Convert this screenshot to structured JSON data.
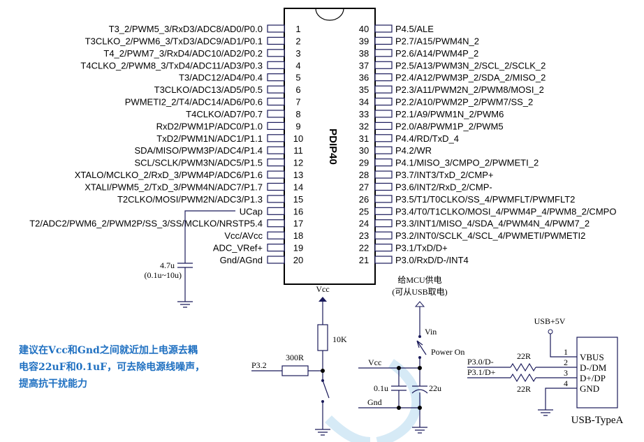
{
  "chip": {
    "name": "PDIP40",
    "left_pins": [
      {
        "num": "1",
        "label": "T3_2/PWM5_3/RxD3/ADC8/AD0/P0.0"
      },
      {
        "num": "2",
        "label": "T3CLKO_2/PWM6_3/TxD3/ADC9/AD1/P0.1"
      },
      {
        "num": "3",
        "label": "T4_2/PWM7_3/RxD4/ADC10/AD2/P0.2"
      },
      {
        "num": "4",
        "label": "T4CLKO_2/PWM8_3/TxD4/ADC11/AD3/P0.3"
      },
      {
        "num": "5",
        "label": "T3/ADC12/AD4/P0.4"
      },
      {
        "num": "6",
        "label": "T3CLKO/ADC13/AD5/P0.5"
      },
      {
        "num": "7",
        "label": "PWMETI2_2/T4/ADC14/AD6/P0.6"
      },
      {
        "num": "8",
        "label": "T4CLKO/AD7/P0.7"
      },
      {
        "num": "9",
        "label": "RxD2/PWM1P/ADC0/P1.0"
      },
      {
        "num": "10",
        "label": "TxD2/PWM1N/ADC1/P1.1"
      },
      {
        "num": "11",
        "label": "SDA/MISO/PWM3P/ADC4/P1.4"
      },
      {
        "num": "12",
        "label": "SCL/SCLK/PWM3N/ADC5/P1.5"
      },
      {
        "num": "13",
        "label": "XTALO/MCLKO_2/RxD_3/PWM4P/ADC6/P1.6"
      },
      {
        "num": "14",
        "label": "XTALI/PWM5_2/TxD_3/PWM4N/ADC7/P1.7"
      },
      {
        "num": "15",
        "label": "T2CLKO/MOSI/PWM2N/ADC3/P1.3"
      },
      {
        "num": "16",
        "label": "UCap"
      },
      {
        "num": "17",
        "label": "T2/ADC2/PWM6_2/PWM2P/SS_3/SS/MCLKO/NRSTP5.4"
      },
      {
        "num": "18",
        "label": "Vcc/AVcc"
      },
      {
        "num": "19",
        "label": "ADC_VRef+"
      },
      {
        "num": "20",
        "label": "Gnd/AGnd"
      }
    ],
    "right_pins": [
      {
        "num": "40",
        "label": "P4.5/ALE"
      },
      {
        "num": "39",
        "label": "P2.7/A15/PWM4N_2"
      },
      {
        "num": "38",
        "label": "P2.6/A14/PWM4P_2"
      },
      {
        "num": "37",
        "label": "P2.5/A13/PWM3N_2/SCL_2/SCLK_2"
      },
      {
        "num": "36",
        "label": "P2.4/A12/PWM3P_2/SDA_2/MISO_2"
      },
      {
        "num": "35",
        "label": "P2.3/A11/PWM2N_2/PWM8/MOSI_2"
      },
      {
        "num": "34",
        "label": "P2.2/A10/PWM2P_2/PWM7/SS_2"
      },
      {
        "num": "33",
        "label": "P2.1/A9/PWM1N_2/PWM6"
      },
      {
        "num": "32",
        "label": "P2.0/A8/PWM1P_2/PWM5"
      },
      {
        "num": "31",
        "label": "P4.4/RD/TxD_4"
      },
      {
        "num": "30",
        "label": "P4.2/WR"
      },
      {
        "num": "29",
        "label": "P4.1/MISO_3/CMPO_2/PWMETI_2"
      },
      {
        "num": "28",
        "label": "P3.7/INT3/TxD_2/CMP+"
      },
      {
        "num": "27",
        "label": "P3.6/INT2/RxD_2/CMP-"
      },
      {
        "num": "26",
        "label": "P3.5/T1/T0CLKO/SS_4/PWMFLT/PWMFLT2"
      },
      {
        "num": "25",
        "label": "P3.4/T0/T1CLKO/MOSI_4/PWM4P_4/PWM8_2/CMPO"
      },
      {
        "num": "24",
        "label": "P3.3/INT1/MISO_4/SDA_4/PWM4N_4/PWM7_2"
      },
      {
        "num": "23",
        "label": "P3.2/INT0/SCLK_4/SCL_4/PWMETI/PWMETI2"
      },
      {
        "num": "22",
        "label": "P3.1/TxD/D+"
      },
      {
        "num": "21",
        "label": "P3.0/RxD/D-/INT4"
      }
    ]
  },
  "ucap": {
    "value": "4.7u",
    "range": "(0.1u~10u)"
  },
  "reset": {
    "vcc": "Vcc",
    "pullup": "10K",
    "series": "300R",
    "net": "P3.2"
  },
  "power": {
    "title": "给MCU供电",
    "subtitle": "(可从USB取电)",
    "vin": "Vin",
    "switch": "Power On",
    "vcc": "Vcc",
    "gnd": "Gnd",
    "c1": "0.1u",
    "c2": "22u"
  },
  "usb": {
    "supply": "USB+5V",
    "dm_net": "P3.0/D-",
    "dp_net": "P3.1/D+",
    "r1": "22R",
    "r2": "22R",
    "name": "USB-TypeA",
    "pins": [
      {
        "num": "1",
        "label": "VBUS"
      },
      {
        "num": "2",
        "label": "D-/DM"
      },
      {
        "num": "3",
        "label": "D+/DP"
      },
      {
        "num": "4",
        "label": "GND"
      }
    ]
  },
  "note": [
    "建议在Vcc和Gnd之间就近加上电源去耦",
    "电容22uF和0.1uF，可去除电源线噪声，",
    "提高抗干扰能力"
  ],
  "colors": {
    "wire": "#1a1a5a",
    "note": "#1f70c1",
    "watermark": "#d6eaf6"
  }
}
